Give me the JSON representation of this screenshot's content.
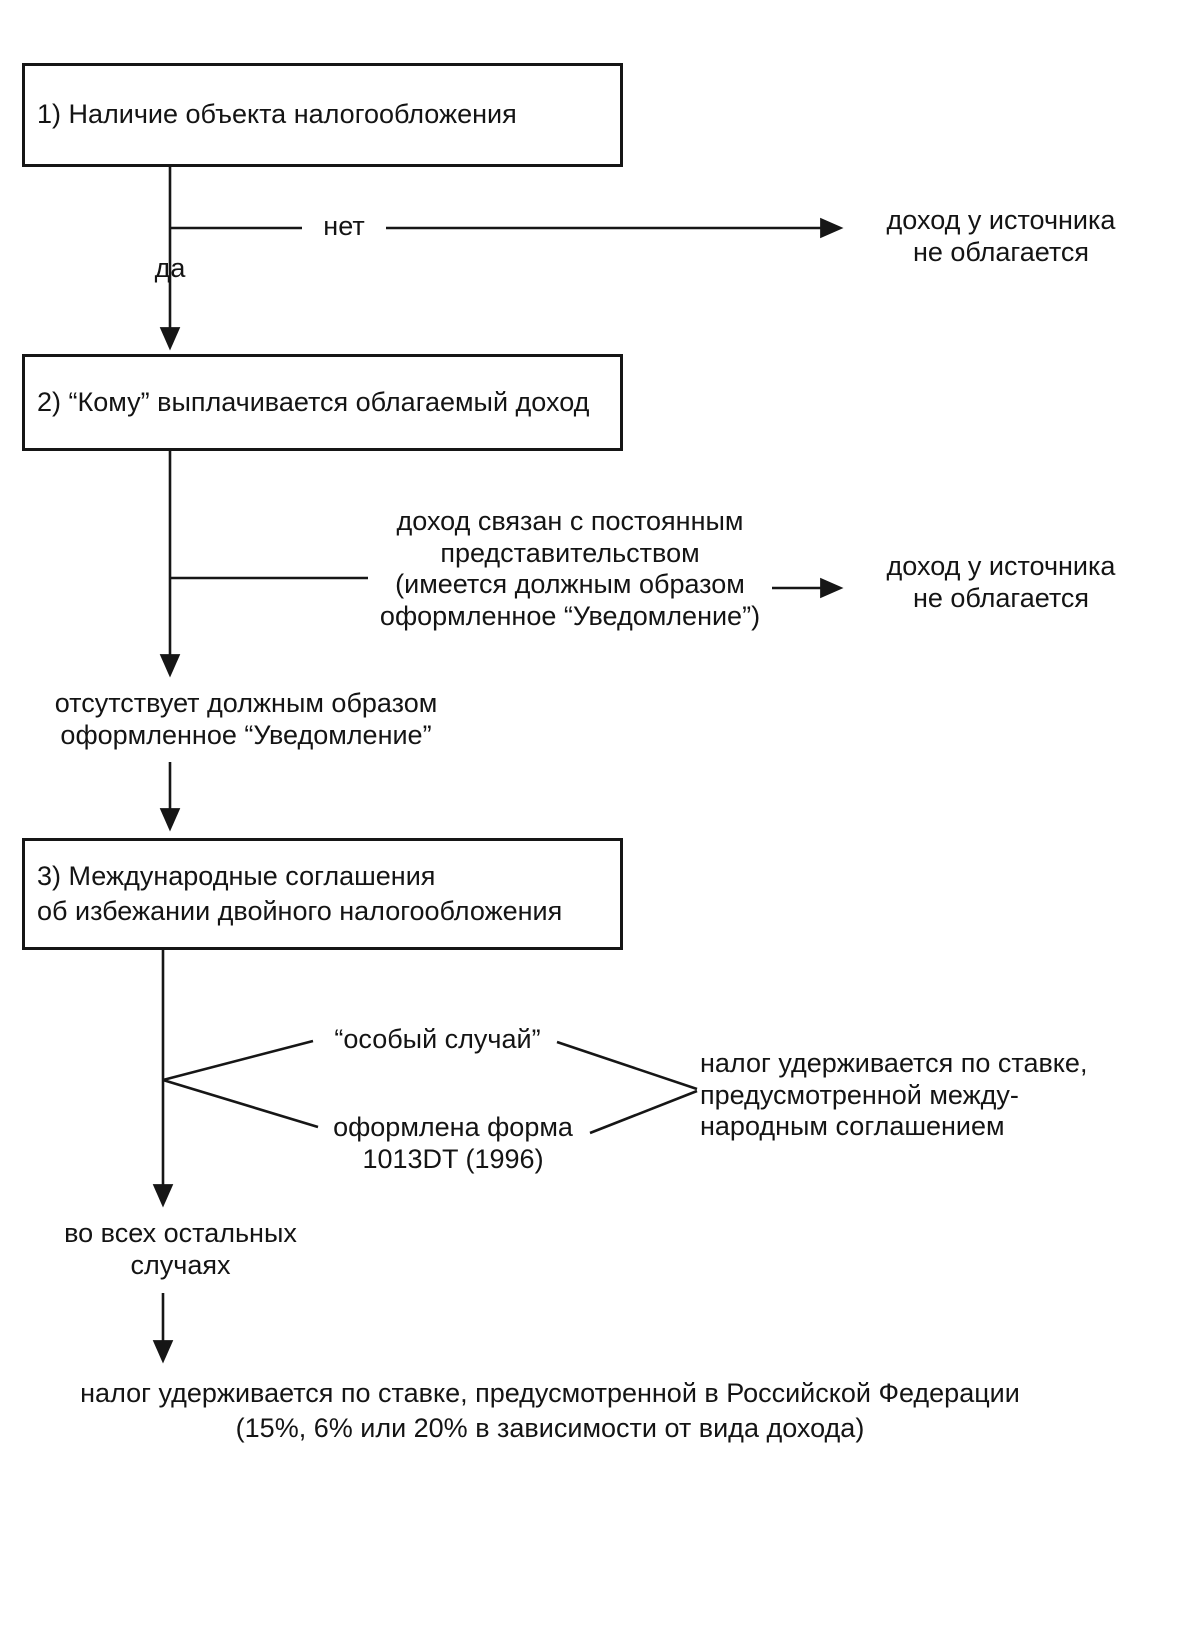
{
  "flowchart": {
    "step1": {
      "label": "1) Наличие объекта налогообложения"
    },
    "branch1": {
      "no_label": "нет",
      "yes_label": "да",
      "outcome": "доход у источника\nне облагается"
    },
    "step2": {
      "label": "2) “Кому” выплачивается облагаемый доход"
    },
    "branch2": {
      "condition": "доход связан с постоянным\nпредставительством\n(имеется должным образом\nоформленное “Уведомление”)",
      "outcome": "доход у источника\nне облагается",
      "else_condition": "отсутствует должным образом\nоформленное “Уведомление”"
    },
    "step3": {
      "label": "3) Международные соглашения\nоб избежании двойного налогообложения"
    },
    "branch3": {
      "case1": "“особый случай”",
      "case2": "оформлена форма\n1013DT (1996)",
      "outcome": "налог удерживается по ставке,\nпредусмотренной между-\nнародным соглашением",
      "else_condition": "во всех остальных\nслучаях"
    },
    "final": {
      "label": "налог удерживается по ставке, предусмотренной в Российской Федерации\n(15%, 6% или 20% в зависимости от вида дохода)"
    }
  }
}
